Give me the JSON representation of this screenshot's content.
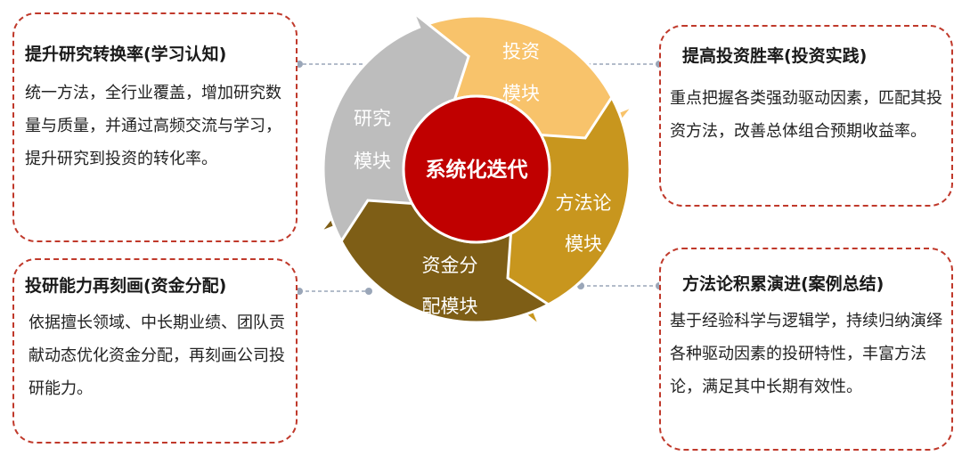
{
  "center": {
    "label": "系统化迭代"
  },
  "segments": [
    {
      "line1": "投资",
      "line2": "模块",
      "color": "#f8c36b"
    },
    {
      "line1": "方法论",
      "line2": "模块",
      "color": "#c8961e"
    },
    {
      "line1": "资金分",
      "line2": "配模块",
      "color": "#7e5e16"
    },
    {
      "line1": "研究",
      "line2": "模块",
      "color": "#bdbdbd"
    }
  ],
  "boxes": {
    "research": {
      "title": "提升研究转换率(学习认知)",
      "body": "统一方法，全行业覆盖，增加研究数量与质量，并通过高频交流与学习，提升研究到投资的转化率。"
    },
    "capital": {
      "title": "投研能力再刻画(资金分配)",
      "body": "依据擅长领域、中长期业绩、团队贡献动态优化资金分配，再刻画公司投研能力。"
    },
    "investment": {
      "title": "提高投资胜率(投资实践)",
      "body": "重点把握各类强劲驱动因素，匹配其投资方法，改善总体组合预期收益率。"
    },
    "methodology": {
      "title": "方法论积累演进(案例总结)",
      "body": "基于经验科学与逻辑学，持续归纳演绎各种驱动因素的投研特性，丰富方法论，满足其中长期有效性。"
    }
  },
  "colors": {
    "border": "#c0392b",
    "center": "#c00000",
    "connector": "#9aa6b8"
  }
}
